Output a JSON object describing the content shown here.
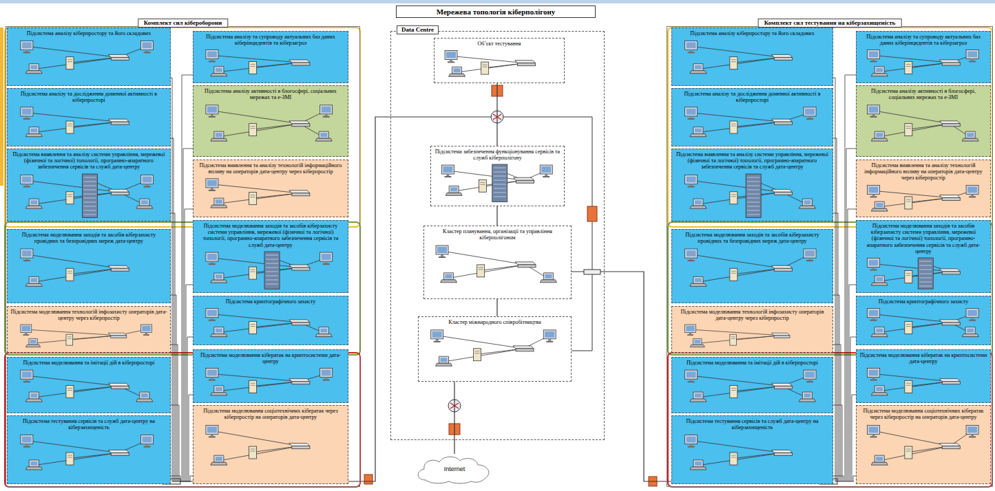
{
  "diagram": {
    "title": "Мережева топологія кіберполігону",
    "nodes": [
      {
        "text": [
          "Комплект сил кібероборони"
        ]
      },
      {
        "text": [
          "Підсистема аналізу кіберпростору та його складових"
        ],
        "in": 0
      },
      {
        "text": [
          "Підсистема аналізу та дослідження доменної активності в кіберпросторі"
        ],
        "in": 0
      },
      {
        "text": [
          "Підсистема виявлення та аналізу системи управління, мережевої (фізичної та логічної) топології, програмно-апаратного забезпечення сервісів та служб дата-центру"
        ],
        "in": 0
      },
      {
        "text": [
          "Підсистема моделювання заходів та засобів кіберзахисту провідних та безпровідних мереж дата-центру"
        ],
        "in": 0
      },
      {
        "text": [
          "Підсистема моделювання технологій інфозахисту операторів дата-центру через кіберпростір"
        ],
        "in": 0
      },
      {
        "text": [
          "Підсистема моделювання та імітації дій в кіберпросторі"
        ],
        "in": 0
      },
      {
        "text": [
          "Підсистема тестування сервісів та служб дата-центру на кіберзахищеність"
        ],
        "in": 0
      },
      {
        "text": [
          "Підсистема аналізу та супроводу актуальних баз даних кіберінцидентів та кіберзагроз"
        ],
        "in": 0
      },
      {
        "text": [
          "Підсистема аналізу активності в блогосфері, соціальних мережах та е-ЗМІ"
        ],
        "in": 0
      },
      {
        "text": [
          "Підсистема виявлення та аналізу технологій інформаційного впливу на операторів дата-центру через кіберпростір"
        ],
        "in": 0
      },
      {
        "text": [
          "Підсистема моделювання заходів та засобів кіберзахисту системи управління, мережевої (фізичної та логічної) топології, програмно-апаратного забезпечення сервісів та служб дата-центру"
        ],
        "in": 0
      },
      {
        "text": [
          "Підсистема криптографічного захисту"
        ],
        "in": 0
      },
      {
        "text": [
          "Підсистема моделювання кібератак на криптосистеми дата-центру"
        ],
        "in": 0
      },
      {
        "text": [
          "Підсистема моделювання соціотехнічних кібератак через кіберпростір на операторів дата-центру"
        ],
        "in": 0
      },
      {
        "text": [
          "Data Centre"
        ]
      },
      {
        "text": [
          "Об’єкт тестування"
        ],
        "in": 15
      },
      {
        "text": [
          "Підсистема забезпечення функціонування сервісів та служб кіберполігону"
        ],
        "in": 15
      },
      {
        "text": [
          "Кластер планування, організації та управління кіберполігоном"
        ],
        "in": 15
      },
      {
        "text": [
          "Кластер міжнародного співробітництва"
        ],
        "in": 15
      },
      {
        "text": [
          "Internet"
        ]
      },
      {
        "text": [
          "Комплект сил тестування на кіберзахищеність"
        ]
      },
      {
        "text": [
          "Підсистема аналізу кіберпростору та його складових"
        ],
        "in": 21
      },
      {
        "text": [
          "Підсистема аналізу та дослідження доменної активності в кіберпросторі"
        ],
        "in": 21
      },
      {
        "text": [
          "Підсистема виявлення та аналізу системи управління, мережевої (фізичної та логічної) топології, програмно-апаратного забезпечення сервісів та служб дата-центру"
        ],
        "in": 21
      },
      {
        "text": [
          "Підсистема моделювання заходів та засобів кіберзахисту провідних та безпровідних мереж дата-центру"
        ],
        "in": 21
      },
      {
        "text": [
          "Підсистема моделювання технологій інфозахисту операторів дата-центру через кіберпростір"
        ],
        "in": 21
      },
      {
        "text": [
          "Підсистема моделювання та імітації дій в кіберпросторі"
        ],
        "in": 21
      },
      {
        "text": [
          "Підсистема тестування сервісів та служб дата-центру на кіберзахищеність"
        ],
        "in": 21
      },
      {
        "text": [
          "Підсистема аналізу та супроводу актуальних баз даних кіберінцидентів та кіберзагроз"
        ],
        "in": 21
      },
      {
        "text": [
          "Підсистема аналізу активності в блогосфері, соціальних мережах та е-ЗМІ"
        ],
        "in": 21
      },
      {
        "text": [
          "Підсистема виявлення та аналізу технологій інформаційного впливу на операторів дата-центру через кіберпростір"
        ],
        "in": 21
      },
      {
        "text": [
          "Підсистема моделювання заходів та засобів кіберзахисту системи управління, мережевої (фізичної та логічної) топології, програмно-апаратного забезпечення сервісів та служб дата-центру"
        ],
        "in": 21
      },
      {
        "text": [
          "Підсистема криптографічного захисту"
        ],
        "in": 21
      },
      {
        "text": [
          "Підсистема моделювання кібератак на криптосистеми дата-центру"
        ],
        "in": 21
      },
      {
        "text": [
          "Підсистема моделювання соціотехнічних кібератак через кіберпростір на операторів дата-центру"
        ],
        "in": 21
      }
    ],
    "edges": [
      {
        "from": 16,
        "to": 17,
        "arrow": "none"
      },
      {
        "from": 17,
        "to": 18,
        "arrow": "none"
      },
      {
        "from": 18,
        "to": 19,
        "arrow": "none"
      },
      {
        "from": 19,
        "to": 20,
        "arrow": "none"
      },
      {
        "from": 0,
        "to": 15,
        "arrow": "none"
      },
      {
        "from": 21,
        "to": 15,
        "arrow": "none"
      }
    ]
  }
}
